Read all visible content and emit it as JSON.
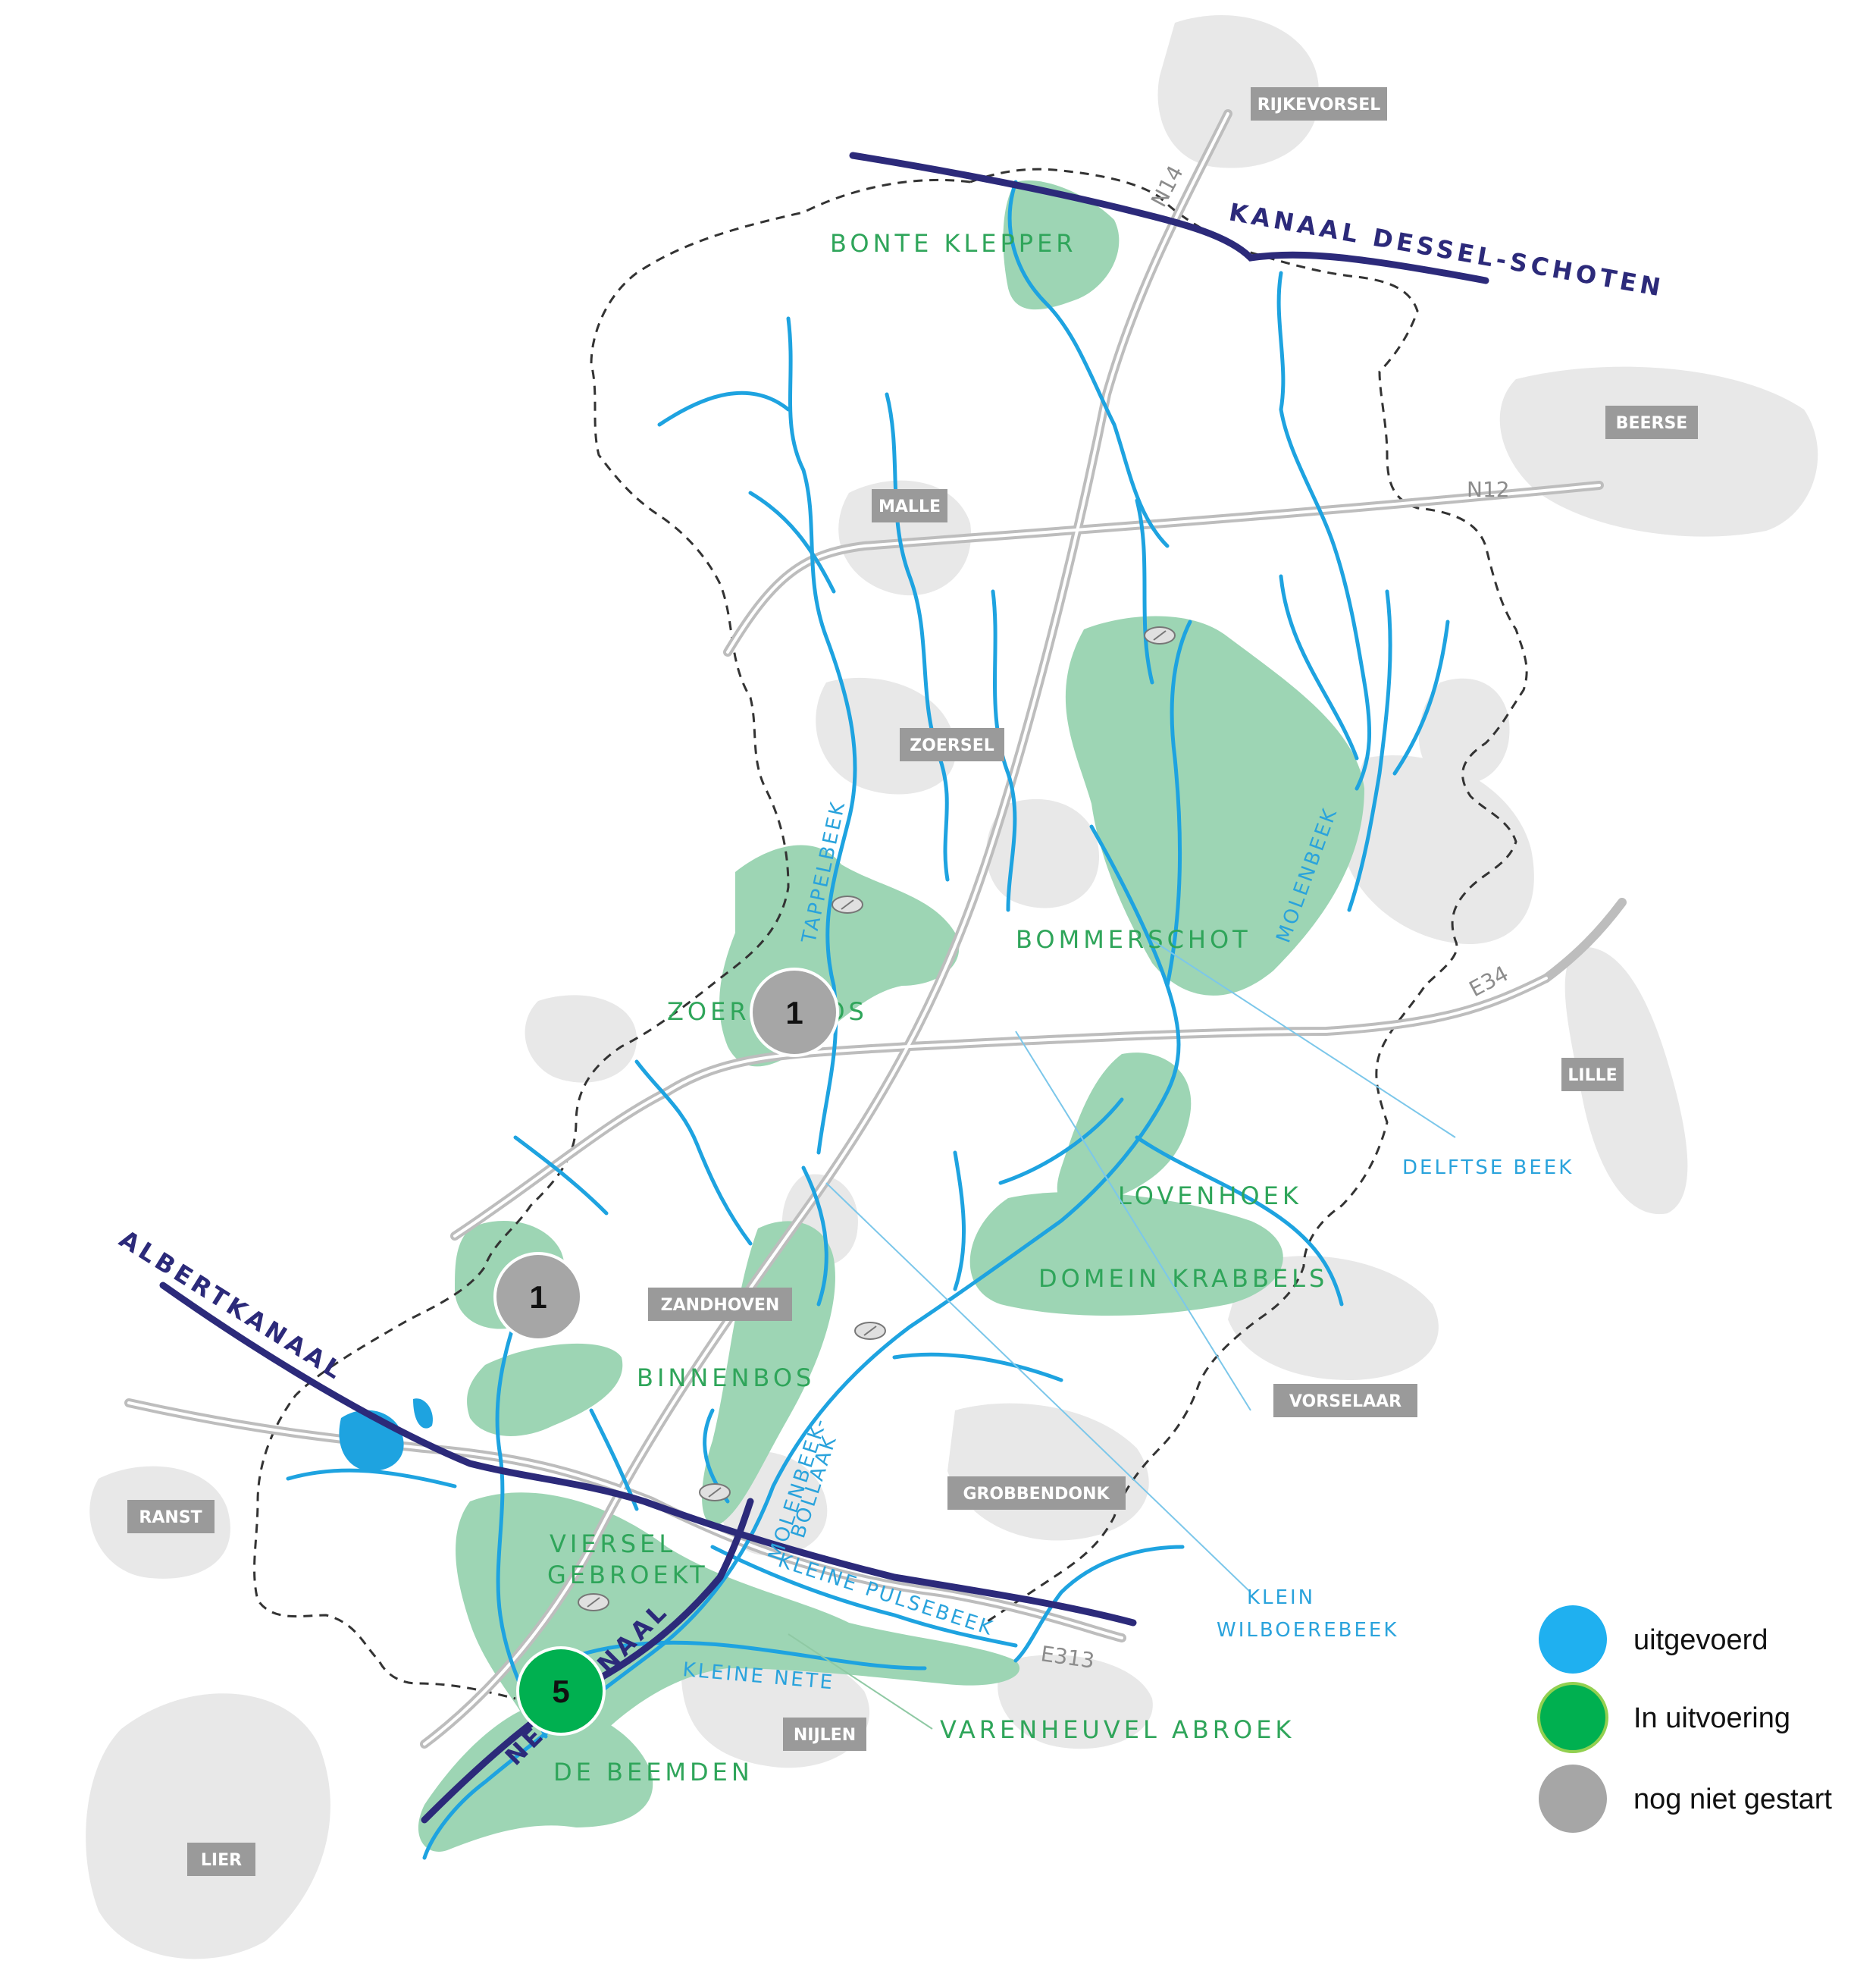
{
  "towns": [
    "RIJKEVORSEL",
    "BEERSE",
    "MALLE",
    "ZOERSEL",
    "LILLE",
    "ZANDHOVEN",
    "VORSELAAR",
    "GROBBENDONK",
    "RANST",
    "NIJLEN",
    "LIER"
  ],
  "nature_areas": [
    "BONTE KLEPPER",
    "BOMMERSCHOT",
    "ZOERSELBOS",
    "LOVENHOEK",
    "DOMEIN KRABBELS",
    "BINNENBOS",
    "VIERSEL",
    "GEBROEKT",
    "DE BEEMDEN",
    "VARENHEUVEL ABROEK"
  ],
  "waterways": [
    "TAPPELBEEK",
    "MOLENBEEK",
    "DELFTSE BEEK",
    "KLEIN",
    "WILBOEREBEEK",
    "KLEINE PULSEBEEK",
    "KLEINE NETE",
    "MOLENBEEK-",
    "BOLLAAK"
  ],
  "canals": [
    "KANAAL DESSEL-SCHOTEN",
    "ALBERTKANAAL",
    "NETEKANAAL"
  ],
  "roads": [
    "N14",
    "N12",
    "E34",
    "E313"
  ],
  "markers": [
    {
      "number": "1",
      "status": "nog niet gestart",
      "color": "#a6a6a6"
    },
    {
      "number": "1",
      "status": "nog niet gestart",
      "color": "#a6a6a6"
    },
    {
      "number": "5",
      "status": "In uitvoering",
      "color": "#00b050"
    }
  ],
  "legend": [
    {
      "label": "uitgevoerd",
      "color": "#1fb0f0"
    },
    {
      "label": "In uitvoering",
      "color": "#00b050"
    },
    {
      "label": "nog niet gestart",
      "color": "#a6a6a6"
    }
  ],
  "colors": {
    "nature": "#9dd5b4",
    "water": "#1ea3e0",
    "canal": "#2c2a7a",
    "town": "#e8e8e8",
    "road": "#b8b8b8"
  }
}
